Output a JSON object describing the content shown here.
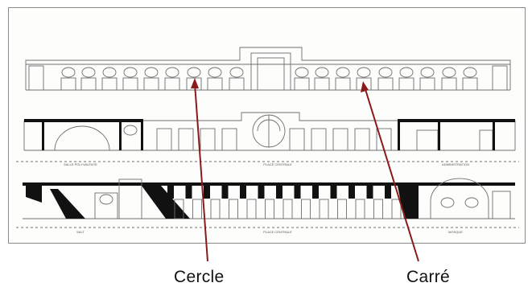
{
  "annotations": [
    {
      "id": "cercle",
      "label": "Cercle"
    },
    {
      "id": "carre",
      "label": "Carré"
    }
  ],
  "section_labels": {
    "row2_left": "SALLE POLYVALENTE",
    "row2_center": "PLACE CENTRALE",
    "row2_right": "ADMINISTRATION",
    "row3_left": "SALT",
    "row3_center": "PLACE CENTRALE",
    "row3_right": "MOSQUE"
  },
  "colors": {
    "arrow": "#8b1a1a",
    "line": "#6e6e6e",
    "dark_fill": "#111111",
    "frame_border": "#8a8a8a"
  }
}
